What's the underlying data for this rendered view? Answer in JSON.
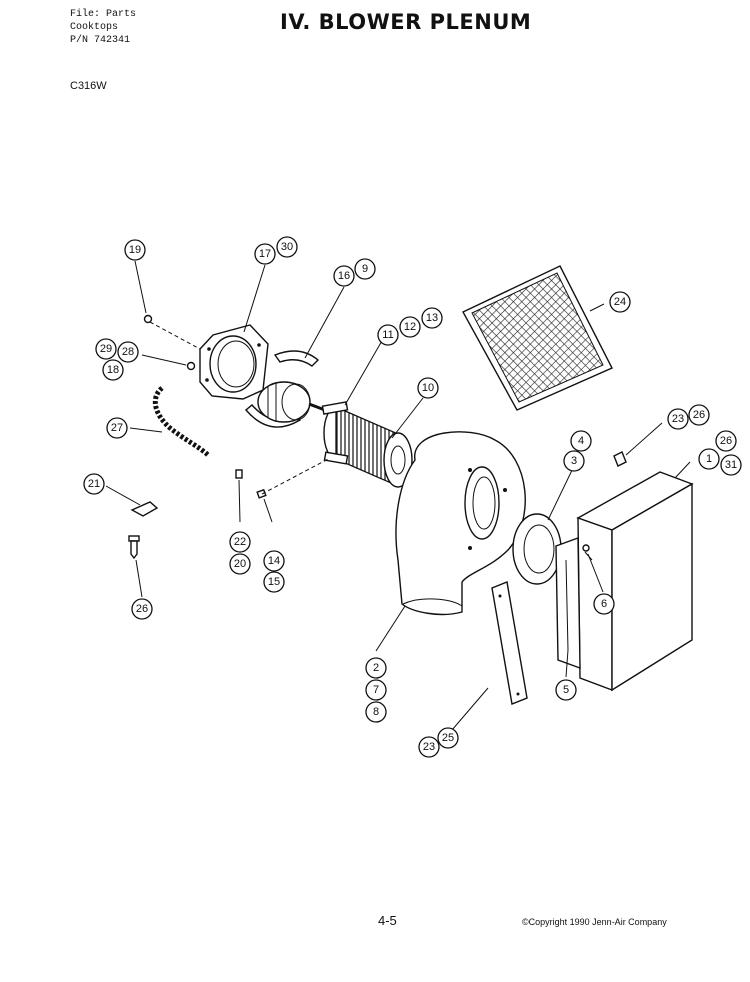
{
  "header": {
    "file_line": "File: Parts",
    "category_line": "Cooktops",
    "pn_line": "P/N 742341",
    "title": "IV. BLOWER PLENUM",
    "model": "C316W"
  },
  "callouts": [
    "19",
    "17",
    "30",
    "16",
    "9",
    "11",
    "12",
    "13",
    "10",
    "24",
    "29",
    "28",
    "18",
    "27",
    "21",
    "22",
    "20",
    "14",
    "15",
    "4",
    "3",
    "23",
    "26",
    "26",
    "1",
    "31",
    "6",
    "5",
    "2",
    "7",
    "8",
    "23",
    "25",
    "26"
  ],
  "footer": {
    "page_number": "4-5",
    "copyright": "©Copyright 1990 Jenn-Air Company"
  }
}
